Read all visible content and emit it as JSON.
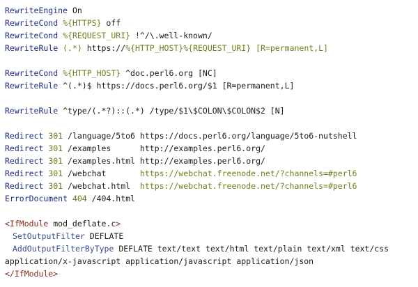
{
  "lines": [
    {
      "k": "RewriteEngine",
      "rest": " On"
    },
    {
      "k": "RewriteCond",
      "var": "%{HTTPS}",
      "rest": " off"
    },
    {
      "k": "RewriteCond",
      "var": "%{REQUEST_URI}",
      "rest": " !^/\\.well-known/"
    },
    {
      "k": "RewriteRule",
      "pattern": "(.*)",
      "target": "https://",
      "v1": "%{HTTP_HOST}",
      "v2": "%{REQUEST_URI}",
      "flags": "[R=permanent,L]"
    },
    {
      "k": "RewriteCond",
      "var": "%{HTTP_HOST}",
      "rest": " ^doc.perl6.org [NC]"
    },
    {
      "k": "RewriteRule",
      "rest": " ^(.*)$ https://docs.perl6.org/$1 [R=permanent,L]"
    },
    {
      "k": "RewriteRule",
      "rest": " ^type/(.*?)::(.*) /type/$1\\$COLON\\$COLON$2 [N]"
    }
  ],
  "redirects": [
    {
      "k": "Redirect",
      "code": "301",
      "path": "/language/5to6",
      "pad": " ",
      "url": "https://docs.perl6.org/language/5to6-nutshell"
    },
    {
      "k": "Redirect",
      "code": "301",
      "path": "/examples",
      "pad": "      ",
      "url": "http://examples.perl6.org/"
    },
    {
      "k": "Redirect",
      "code": "301",
      "path": "/examples.html",
      "pad": " ",
      "url": "http://examples.perl6.org/"
    },
    {
      "k": "Redirect",
      "code": "301",
      "path": "/webchat",
      "pad": "       ",
      "url": "https://webchat.freenode.net/?channels=#perl6"
    },
    {
      "k": "Redirect",
      "code": "301",
      "path": "/webchat.html",
      "pad": "  ",
      "url": "https://webchat.freenode.net/?channels=#perl6"
    }
  ],
  "errordoc": {
    "k": "ErrorDocument",
    "code": "404",
    "path": "/404.html"
  },
  "ifmodule": {
    "open_tag": "<IfModule",
    "arg": " mod_deflate.c",
    "open_close": ">",
    "filter_dir": "SetOutputFilter",
    "filter_val": " DEFLATE",
    "add_dir": "AddOutputFilterByType",
    "add_val": " DEFLATE text/text text/html text/plain text/xml text/css application/x-javascript application/javascript application/json",
    "close_tag": "</IfModule>"
  },
  "colors": {
    "directive": "#1c2b8a",
    "variable": "#6e7e1c",
    "tag": "#8a2a1c"
  }
}
